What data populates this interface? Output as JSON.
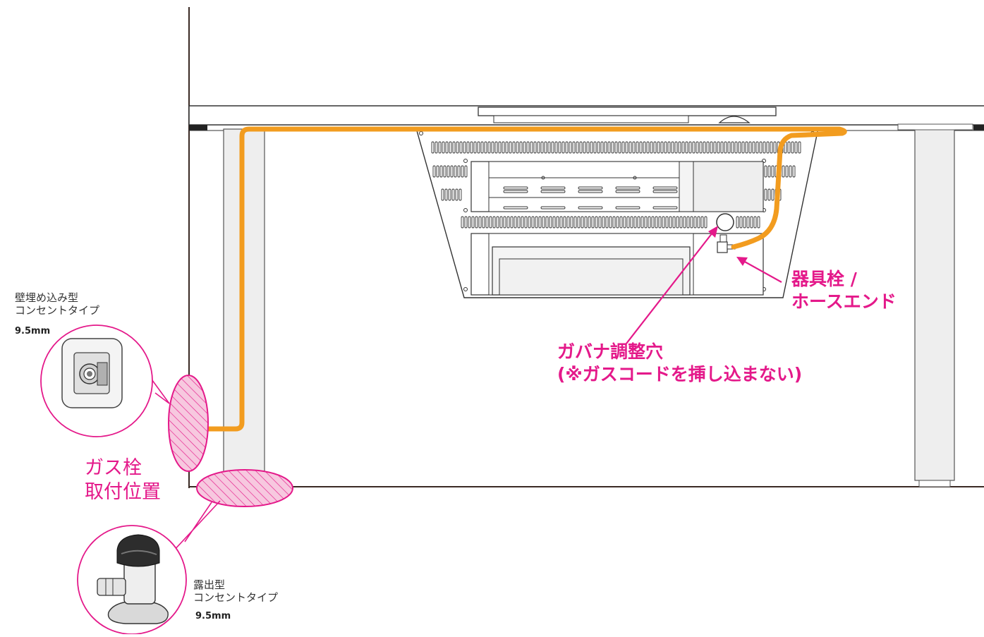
{
  "callouts": {
    "wall_outlet": {
      "line1": "壁埋め込み型",
      "line2": "コンセントタイプ",
      "size": "9.5mm"
    },
    "exposed_outlet": {
      "line1": "露出型",
      "line2": "コンセントタイプ",
      "size": "9.5mm"
    },
    "gas_valve_position": {
      "line1": "ガス栓",
      "line2": "取付位置"
    },
    "appliance_valve": {
      "line1": "器具栓 /",
      "line2": "ホースエンド"
    },
    "governor_hole": {
      "line1": "ガバナ調整穴",
      "line2": "(※ガスコードを挿し込まない)"
    }
  },
  "colors": {
    "accent_pink": "#e4198a",
    "hose_orange": "#f29c1f",
    "cabinet_line": "#3a2a24"
  }
}
